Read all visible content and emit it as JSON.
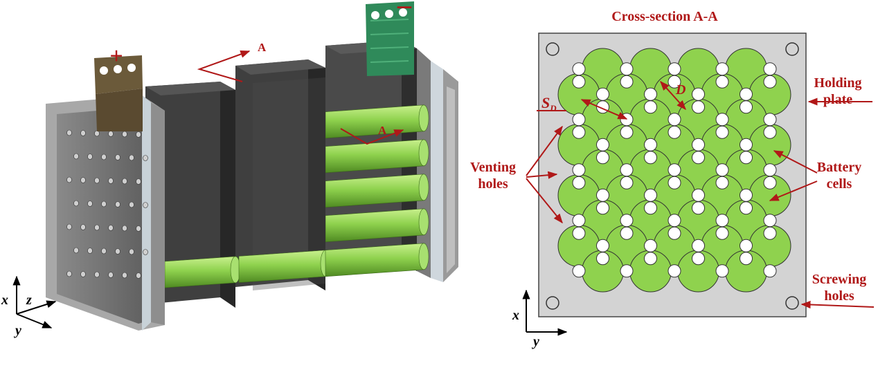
{
  "title": "Cross-section A-A",
  "labels": {
    "plus": "+",
    "minus": "–",
    "section_top": "A",
    "section_mid": "A",
    "sd_main": "S",
    "sd_sub": "D",
    "d": "D",
    "venting_line1": "Venting",
    "venting_line2": "holes",
    "holding_line1": "Holding",
    "holding_line2": "plate",
    "battery_line1": "Battery",
    "battery_line2": "cells",
    "screwing_line1": "Screwing",
    "screwing_line2": "holes"
  },
  "axes_left": {
    "x": "x",
    "z": "z",
    "y": "y"
  },
  "axes_right": {
    "x": "x",
    "y": "y"
  },
  "colors": {
    "label_red": "#b01818",
    "cell_green": "#8fd24e",
    "cell_green_dark": "#5e9a2c",
    "plate_gray": "#d3d3d3",
    "frame_dark": "#3f3f3f",
    "end_plate": "#6e6e6e",
    "tab_neg": "#2f8a5a",
    "tab_pos": "#6b5a3a"
  }
}
